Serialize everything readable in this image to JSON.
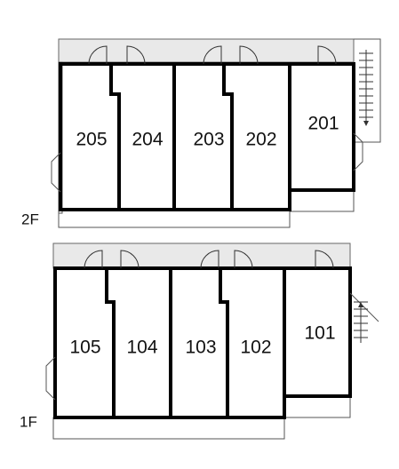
{
  "floors": [
    {
      "label": "2F",
      "units": [
        "205",
        "204",
        "203",
        "202",
        "201"
      ]
    },
    {
      "label": "1F",
      "units": [
        "105",
        "104",
        "103",
        "102",
        "101"
      ]
    }
  ]
}
